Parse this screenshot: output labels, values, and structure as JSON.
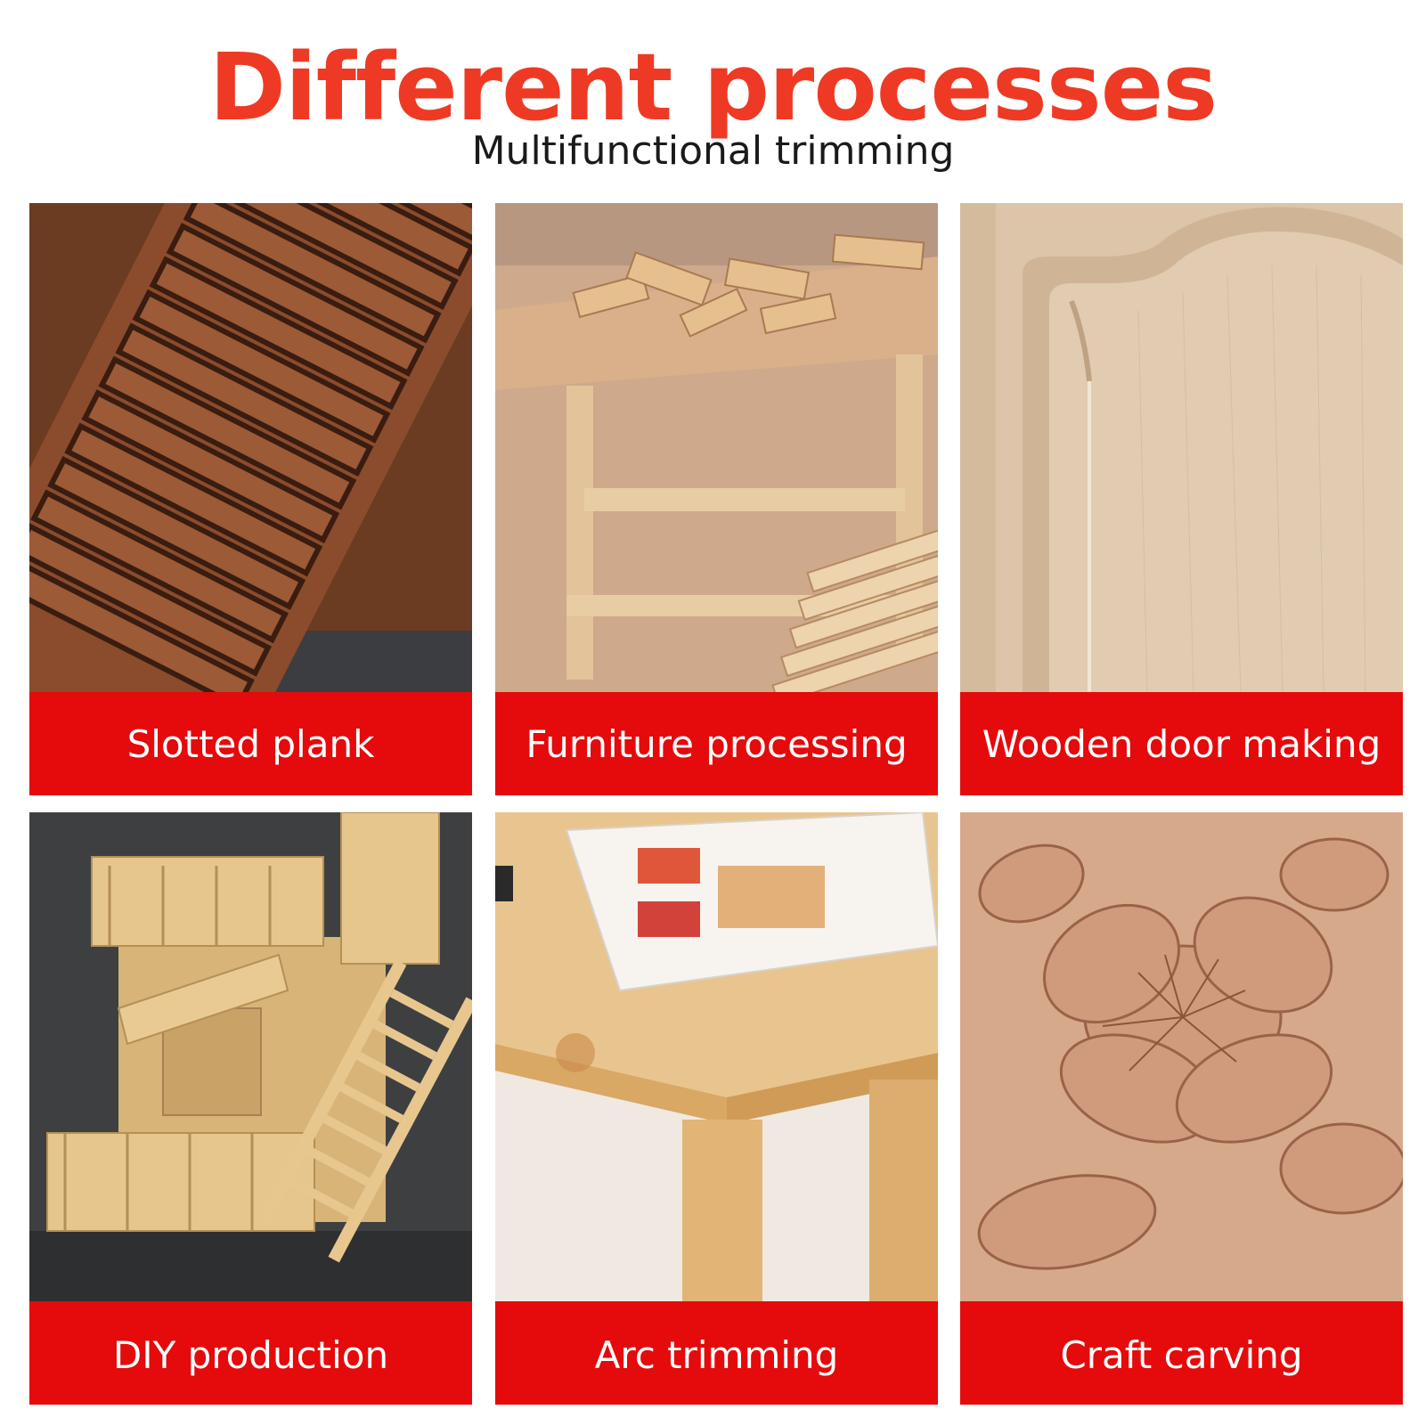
{
  "header": {
    "title": "Different processes",
    "subtitle": "Multifunctional trimming"
  },
  "colors": {
    "title": "#ee3a24",
    "label_bar": "#e50a0b",
    "label_text": "#ffffff"
  },
  "cards": [
    {
      "label": "Slotted plank",
      "image": "slotted-plank-photo"
    },
    {
      "label": "Furniture processing",
      "image": "furniture-workshop-photo"
    },
    {
      "label": "Wooden door making",
      "image": "wooden-door-photo"
    },
    {
      "label": "DIY production",
      "image": "popsicle-stick-house-photo"
    },
    {
      "label": "Arc trimming",
      "image": "wooden-table-edge-photo"
    },
    {
      "label": "Craft carving",
      "image": "floral-wood-carving-photo"
    }
  ]
}
